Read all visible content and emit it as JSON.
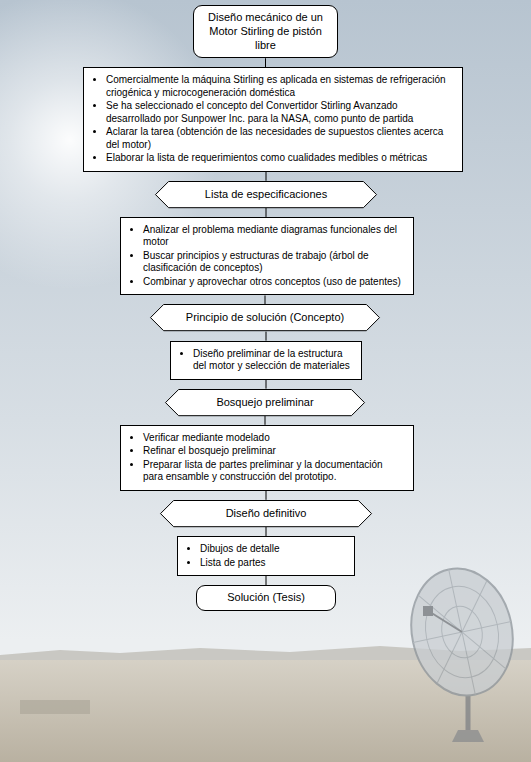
{
  "diagram": {
    "nodes": [
      {
        "text": [
          "Diseño mecánico de un Motor Stirling de pistón libre"
        ]
      },
      {
        "text": [
          "Comercialmente la máquina Stirling es aplicada en sistemas de refrigeración criogénica y microcogeneración doméstica",
          "Se ha seleccionado el concepto del Convertidor Stirling Avanzado desarrollado por Sunpower Inc. para la NASA, como punto de partida",
          "Aclarar la tarea (obtención de las necesidades de supuestos clientes acerca del motor)",
          "Elaborar la lista de requerimientos como cualidades medibles o métricas"
        ]
      },
      {
        "text": [
          "Lista de especificaciones"
        ]
      },
      {
        "text": [
          "Analizar el problema mediante diagramas funcionales del motor",
          "Buscar principios y estructuras de trabajo (árbol de clasificación de conceptos)",
          "Combinar y aprovechar otros conceptos (uso de patentes)"
        ]
      },
      {
        "text": [
          "Principio de solución (Concepto)"
        ]
      },
      {
        "text": [
          "Diseño preliminar de la estructura del motor y selección de materiales"
        ]
      },
      {
        "text": [
          "Bosquejo preliminar"
        ]
      },
      {
        "text": [
          "Verificar mediante modelado",
          "Refinar el bosquejo preliminar",
          "Preparar lista de partes preliminar y la documentación para ensamble y construcción del prototipo."
        ]
      },
      {
        "text": [
          "Diseño definitivo"
        ]
      },
      {
        "text": [
          "Dibujos de detalle",
          "Lista de partes"
        ]
      },
      {
        "text": [
          "Solución (Tesis)"
        ]
      }
    ],
    "edges": [
      {
        "from": 0,
        "to": 1,
        "arrow": "none"
      },
      {
        "from": 1,
        "to": 2,
        "arrow": "none"
      },
      {
        "from": 2,
        "to": 3,
        "arrow": "none"
      },
      {
        "from": 3,
        "to": 4,
        "arrow": "none"
      },
      {
        "from": 4,
        "to": 5,
        "arrow": "none"
      },
      {
        "from": 5,
        "to": 6,
        "arrow": "none"
      },
      {
        "from": 6,
        "to": 7,
        "arrow": "none"
      },
      {
        "from": 7,
        "to": 8,
        "arrow": "none"
      },
      {
        "from": 8,
        "to": 9,
        "arrow": "none"
      },
      {
        "from": 9,
        "to": 10,
        "arrow": "none"
      }
    ]
  }
}
